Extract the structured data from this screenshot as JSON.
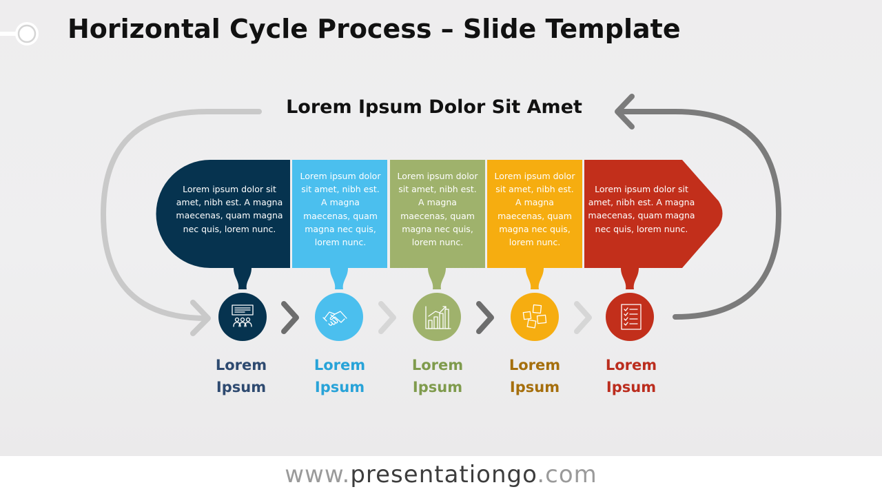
{
  "slide": {
    "title": "Horizontal Cycle Process – Slide Template",
    "subtitle": "Lorem Ipsum Dolor Sit Amet"
  },
  "steps": [
    {
      "text": "Lorem ipsum dolor sit amet, nibh est. A magna maecenas, quam magna nec quis, lorem nunc.",
      "label1": "Lorem",
      "label2": "Ipsum",
      "color": "#06334f",
      "label_color": "#2e4a70",
      "icon": "meeting-presentation-icon"
    },
    {
      "text": "Lorem ipsum dolor sit amet, nibh est. A magna maecenas, quam magna nec quis, lorem nunc.",
      "label1": "Lorem",
      "label2": "Ipsum",
      "color": "#4bbfee",
      "label_color": "#28a3d8",
      "icon": "handshake-icon"
    },
    {
      "text": "Lorem ipsum dolor sit amet, nibh est. A magna maecenas, quam magna nec quis, lorem nunc.",
      "label1": "Lorem",
      "label2": "Ipsum",
      "color": "#9fb26c",
      "label_color": "#7f9b4d",
      "icon": "bar-chart-growth-icon"
    },
    {
      "text": "Lorem ipsum dolor sit amet, nibh est. A magna maecenas, quam magna nec quis, lorem nunc.",
      "label1": "Lorem",
      "label2": "Ipsum",
      "color": "#f6ad10",
      "label_color": "#a56f0d",
      "icon": "sticky-notes-icon"
    },
    {
      "text": "Lorem ipsum dolor sit amet, nibh est. A magna maecenas, quam magna nec quis, lorem nunc.",
      "label1": "Lorem",
      "label2": "Ipsum",
      "color": "#c22f1b",
      "label_color": "#bb2d1e",
      "icon": "checklist-icon"
    }
  ],
  "footer": {
    "prefix": "www.",
    "brand": "presentationgo",
    "suffix": ".com"
  }
}
